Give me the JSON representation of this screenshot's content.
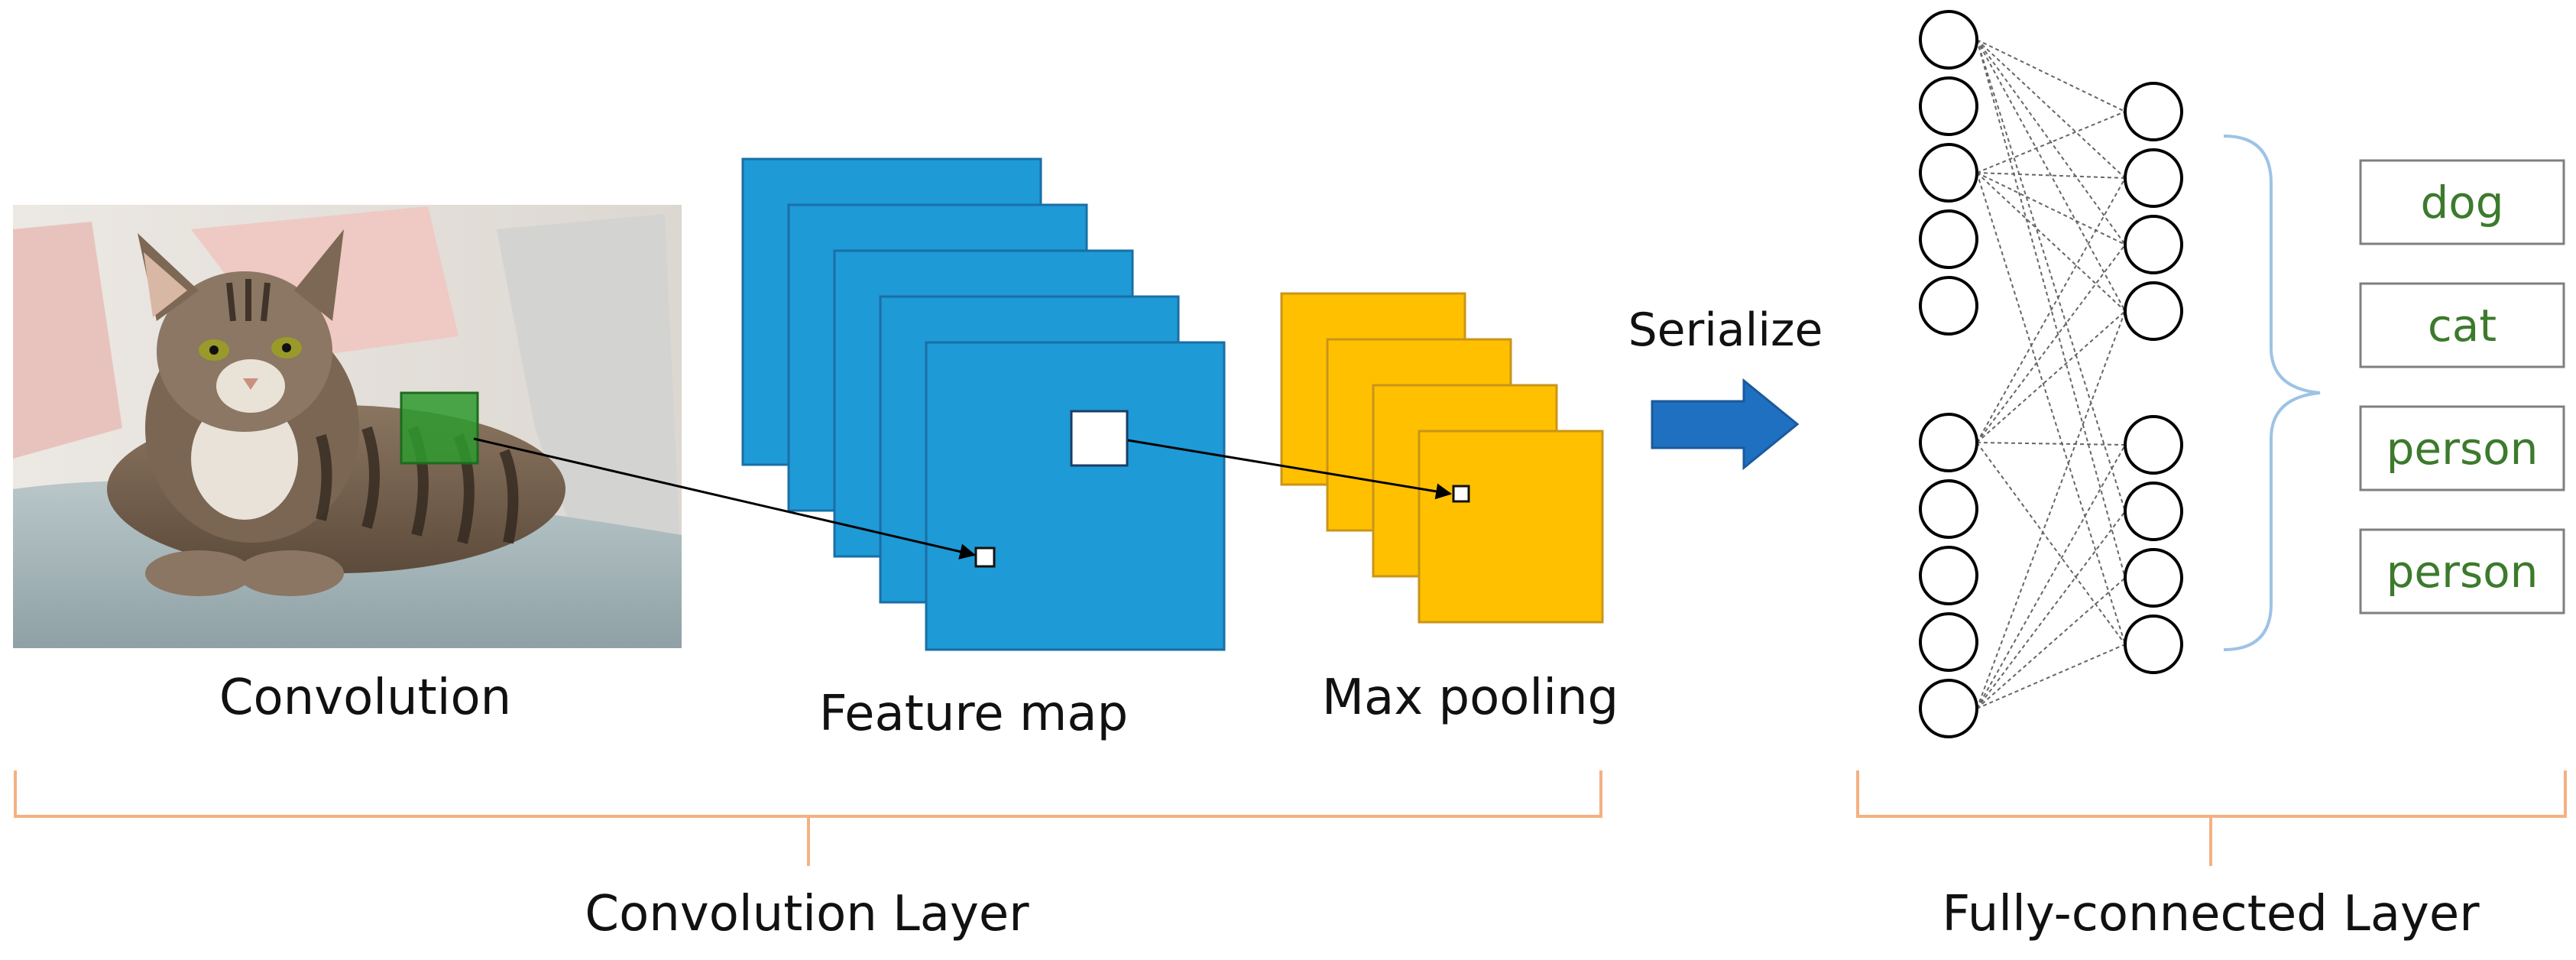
{
  "labels": {
    "convolution": "Convolution",
    "feature_map": "Feature map",
    "max_pooling": "Max pooling",
    "serialize": "Serialize",
    "convolution_layer": "Convolution Layer",
    "fully_connected_layer": "Fully-connected Layer"
  },
  "input_image": {
    "subject": "tabby cat lying on a sofa"
  },
  "classes": [
    "dog",
    "cat",
    "person",
    "person"
  ],
  "colors": {
    "feature_map": "#1e9ad6",
    "feature_map_border": "#1a6fa6",
    "max_pooling": "#ffc000",
    "max_pooling_border": "#c9951a",
    "arrow": "#1f70c1",
    "bracket": "#f4b183",
    "curly_brace": "#9dc3e6",
    "class_text": "#3c7a2c",
    "kernel": "#2e9a2e"
  },
  "network": {
    "input_nodes": 10,
    "hidden_nodes": 8
  }
}
